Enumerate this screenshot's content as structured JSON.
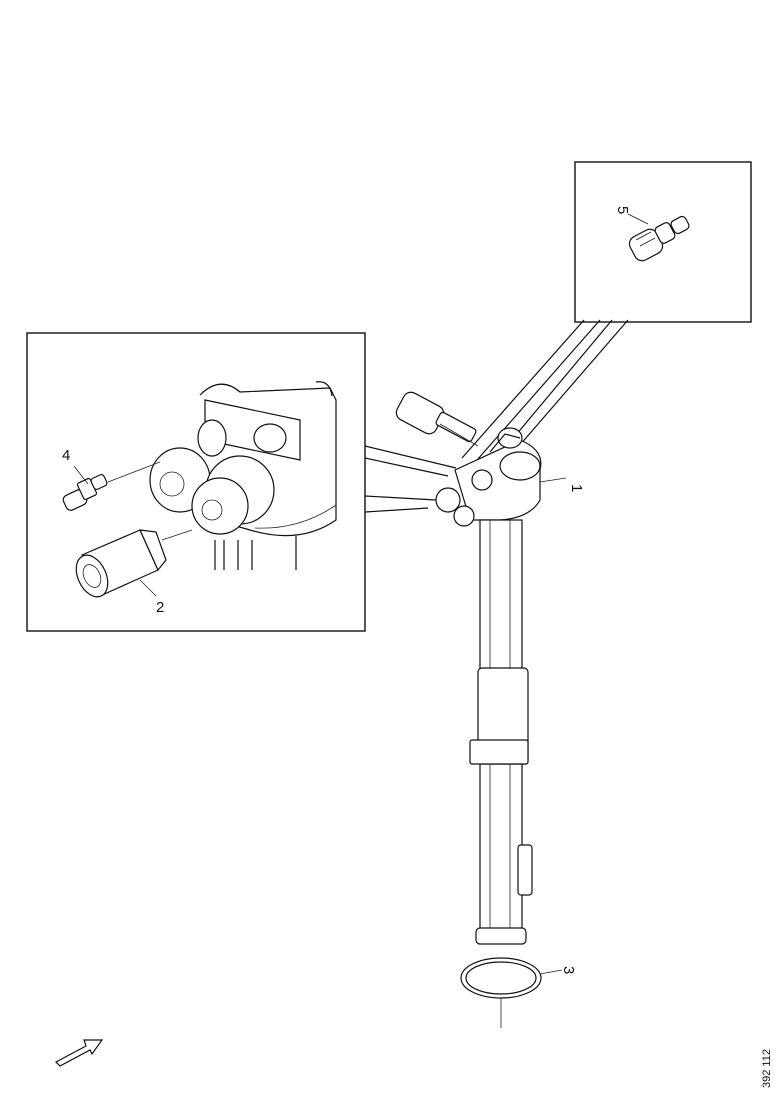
{
  "callouts": {
    "c1": "1",
    "c2": "2",
    "c3": "3",
    "c4": "4",
    "c5": "5"
  },
  "figure_ref": "392 112",
  "icons": {
    "direction_arrow": "forward-arrow-icon"
  }
}
